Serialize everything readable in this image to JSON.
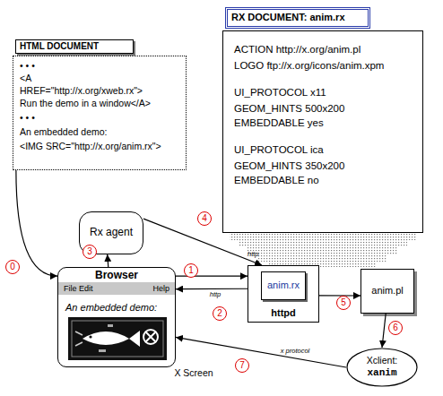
{
  "diagram": {
    "nodes": [
      {
        "text": [
          "HTML DOCUMENT",
          "• • •",
          "<A",
          "HREF=\"http://x.org/xweb.rx\">",
          "Run the demo in a window</A>",
          "• • •",
          "An embedded demo:",
          "<IMG SRC=\"http://x.org/anim.rx\">"
        ]
      },
      {
        "text": [
          "RX DOCUMENT: anim.rx",
          "ACTION http://x.org/anim.pl",
          "LOGO ftp://x.org/icons/anim.xpm",
          "UI_PROTOCOL x11",
          "GEOM_HINTS 500x200",
          "EMBEDDABLE yes",
          "UI_PROTOCOL ica",
          "GEOM_HINTS 350x200",
          "EMBEDDABLE no"
        ]
      },
      {
        "text": [
          "Rx agent"
        ]
      },
      {
        "text": [
          "Browser",
          "File Edit",
          "Help",
          "An embedded demo:"
        ]
      },
      {
        "text": [
          "httpd"
        ]
      },
      {
        "text": [
          "anim.rx"
        ],
        "in": 4
      },
      {
        "text": [
          "anim.pl"
        ]
      },
      {
        "text": [
          "Xclient:",
          "xanim"
        ]
      }
    ],
    "edges": [
      {
        "from": 0,
        "to": 3,
        "arrow": "to"
      },
      {
        "from": 3,
        "to": 4,
        "arrow": "to"
      },
      {
        "from": 4,
        "to": 3,
        "label": "http",
        "arrow": "to"
      },
      {
        "from": 3,
        "to": 2,
        "arrow": "to"
      },
      {
        "from": 2,
        "to": 4,
        "label": "http",
        "arrow": "to"
      },
      {
        "from": 4,
        "to": 6,
        "arrow": "to"
      },
      {
        "from": 6,
        "to": 7,
        "arrow": "to"
      },
      {
        "from": 7,
        "to": 3,
        "label": "x protocol",
        "arrow": "to"
      }
    ],
    "labels": [
      "0",
      "1",
      "2",
      "3",
      "4",
      "5",
      "6",
      "7",
      "X Screen"
    ]
  }
}
